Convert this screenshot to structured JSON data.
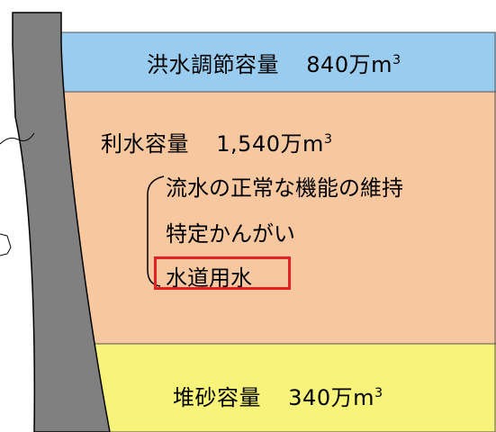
{
  "colors": {
    "flood_zone": "#99ccee",
    "water_use_zone": "#f7c8a0",
    "sediment_zone": "#f8f47a",
    "dam_body": "#808080",
    "highlight": "#e52020"
  },
  "zones": {
    "flood_control": {
      "name": "洪水調節容量",
      "amount": "840万m",
      "exp": "3"
    },
    "water_use": {
      "name": "利水容量",
      "amount": "1,540万m",
      "exp": "3"
    },
    "sediment": {
      "name": "堆砂容量",
      "amount": "340万m",
      "exp": "3"
    }
  },
  "purposes": [
    {
      "label": "流水の正常な機能の維持",
      "highlighted": false
    },
    {
      "label": "特定かんがい",
      "highlighted": false
    },
    {
      "label": "水道用水",
      "highlighted": true
    }
  ]
}
